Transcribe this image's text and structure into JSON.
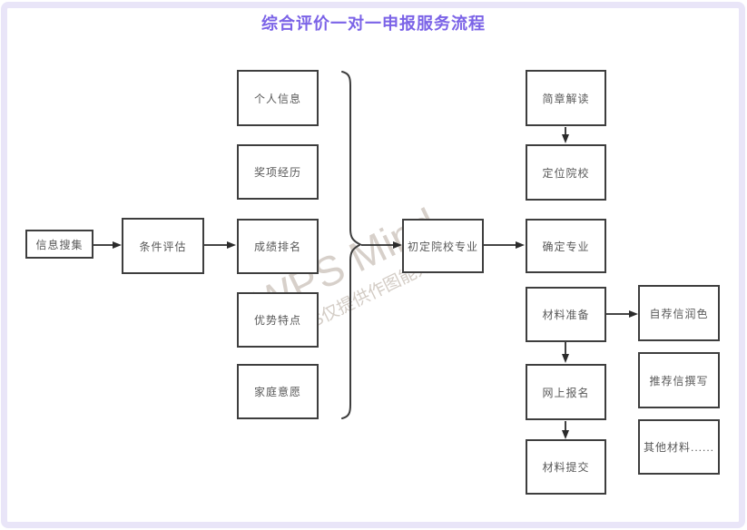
{
  "title": "综合评价一对一申报服务流程",
  "watermark": {
    "brand": "WPS Mind",
    "note": "WPS仅提供作图能力"
  },
  "flowchart": {
    "nodes": [
      {
        "id": "info-collect",
        "label": "信息搜集"
      },
      {
        "id": "condition-eval",
        "label": "条件评估"
      },
      {
        "id": "personal-info",
        "label": "个人信息"
      },
      {
        "id": "award-history",
        "label": "奖项经历"
      },
      {
        "id": "grade-ranking",
        "label": "成绩排名"
      },
      {
        "id": "strengths",
        "label": "优势特点"
      },
      {
        "id": "family-wish",
        "label": "家庭意愿"
      },
      {
        "id": "preliminary-school-major",
        "label": "初定院校专业"
      },
      {
        "id": "brochure-reading",
        "label": "简章解读"
      },
      {
        "id": "locate-school",
        "label": "定位院校"
      },
      {
        "id": "confirm-major",
        "label": "确定专业"
      },
      {
        "id": "material-prep",
        "label": "材料准备"
      },
      {
        "id": "online-signup",
        "label": "网上报名"
      },
      {
        "id": "material-submit",
        "label": "材料提交"
      },
      {
        "id": "self-letter-polish",
        "label": "自荐信润色"
      },
      {
        "id": "recommend-letter-write",
        "label": "推荐信撰写"
      },
      {
        "id": "other-materials",
        "label": "其他材料......"
      }
    ]
  },
  "colors": {
    "title": "#7B63E7",
    "frame": "#E9E5F8",
    "node_border": "#3E3E3E",
    "node_text": "#595959",
    "connector": "#2B2B2B"
  }
}
